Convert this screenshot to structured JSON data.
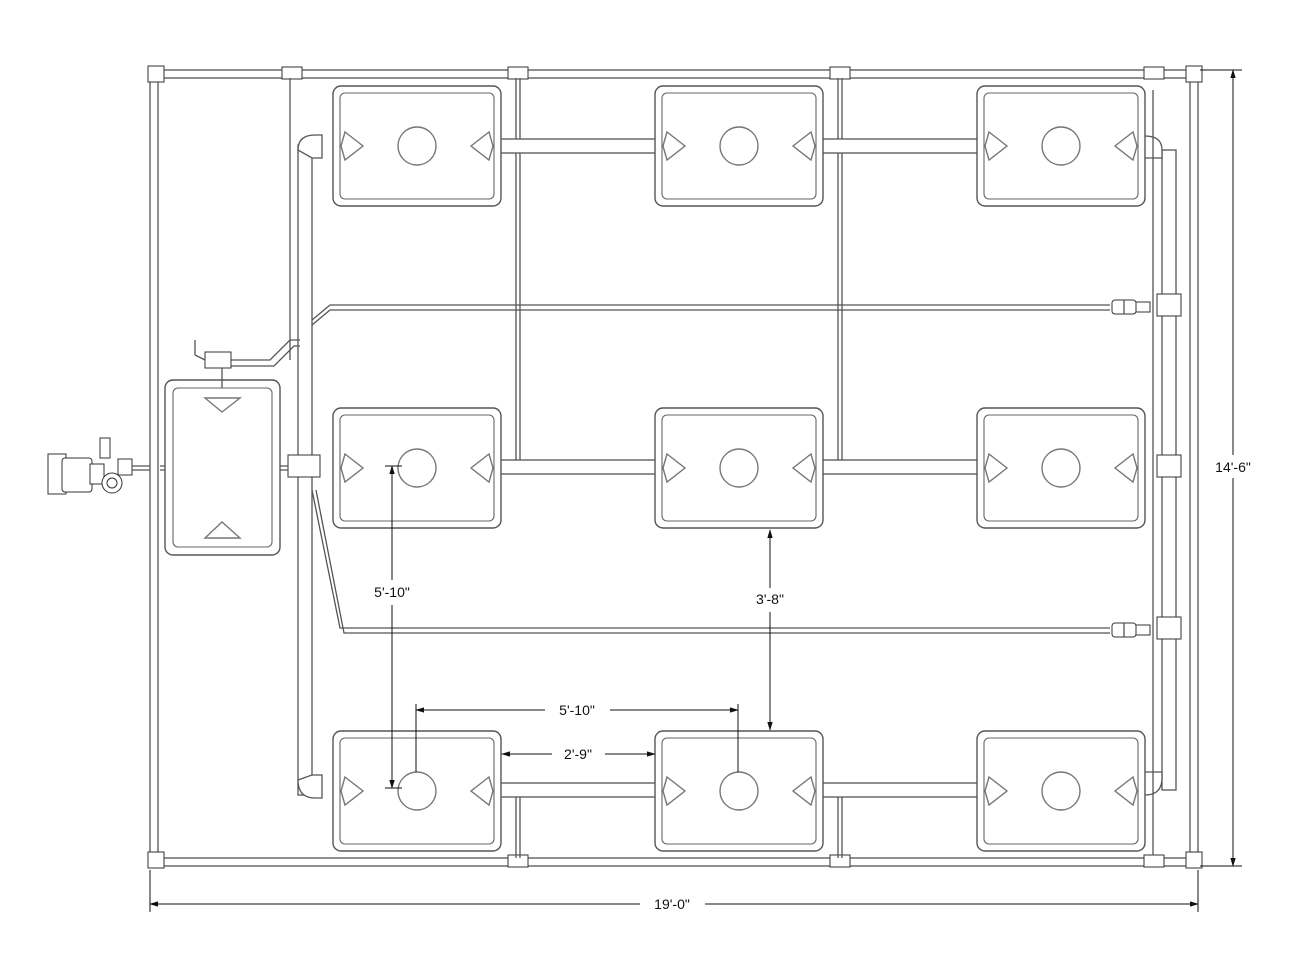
{
  "dimensions": {
    "overall_width": "19'-0\"",
    "overall_height": "14'-6\"",
    "pot_spacing_vertical": "5'-10\"",
    "pot_spacing_horizontal": "5'-10\"",
    "tray_gap_horizontal": "2'-9\"",
    "tray_gap_vertical": "3'-8\""
  },
  "layout": {
    "tray_rows": 3,
    "tray_columns": 3,
    "reservoir_count": 1,
    "pump_count": 1,
    "drain_valves": 2
  }
}
